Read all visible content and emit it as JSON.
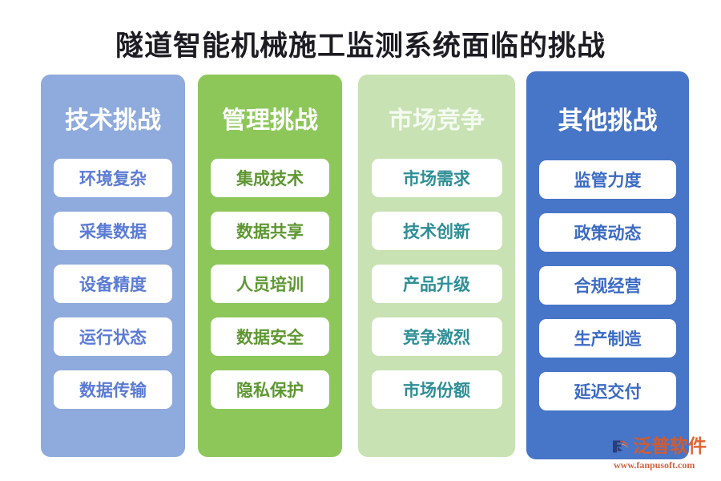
{
  "page": {
    "title": "隧道智能机械施工监测系统面临的挑战",
    "background": "#ffffff"
  },
  "columns": [
    {
      "key": "technology",
      "header": "技术挑战",
      "color": "#8FAADC",
      "item_text_color": "#5B7BD5",
      "items": [
        "环境复杂",
        "采集数据",
        "设备精度",
        "运行状态",
        "数据传输"
      ]
    },
    {
      "key": "management",
      "header": "管理挑战",
      "color": "#8DC75A",
      "item_text_color": "#5E9732",
      "items": [
        "集成技术",
        "数据共享",
        "人员培训",
        "数据安全",
        "隐私保护"
      ]
    },
    {
      "key": "market",
      "header": "市场竞争",
      "color": "#C8E2B3",
      "item_text_color": "#2D8E96",
      "items": [
        "市场需求",
        "技术创新",
        "产品升级",
        "竞争激烈",
        "市场份额"
      ]
    },
    {
      "key": "others",
      "header": "其他挑战",
      "color": "#4775C7",
      "item_text_color": "#3B6BC4",
      "items": [
        "监管力度",
        "政策动态",
        "合规经营",
        "生产制造",
        "延迟交付"
      ]
    }
  ],
  "watermark": {
    "logo_icon": "fanpu-swoosh-logo-icon",
    "brand": "泛普软件",
    "url": "www.fanpusoft.com",
    "brand_color": "#dd5a26"
  }
}
